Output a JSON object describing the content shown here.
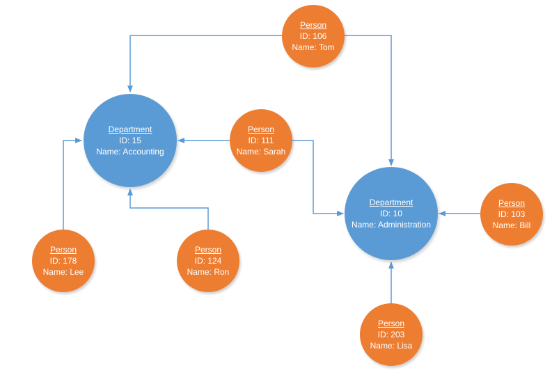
{
  "colors": {
    "department_fill": "#5b9bd5",
    "person_fill": "#ed7d31",
    "connector": "#5b9bd5"
  },
  "departments": {
    "accounting": {
      "title": "Department",
      "id_text": "ID: 15",
      "name_text": "Name: Accounting"
    },
    "administration": {
      "title": "Department",
      "id_text": "ID: 10",
      "name_text": "Name: Administration"
    }
  },
  "people": {
    "tom": {
      "title": "Person",
      "id_text": "ID: 106",
      "name_text": "Name: Tom"
    },
    "sarah": {
      "title": "Person",
      "id_text": "ID: 111",
      "name_text": "Name: Sarah"
    },
    "bill": {
      "title": "Person",
      "id_text": "ID: 103",
      "name_text": "Name: Bill"
    },
    "lee": {
      "title": "Person",
      "id_text": "ID: 178",
      "name_text": "Name: Lee"
    },
    "ron": {
      "title": "Person",
      "id_text": "ID: 124",
      "name_text": "Name: Ron"
    },
    "lisa": {
      "title": "Person",
      "id_text": "ID: 203",
      "name_text": "Name: Lisa"
    }
  },
  "edges": [
    {
      "from": "tom",
      "to": "accounting"
    },
    {
      "from": "tom",
      "to": "administration"
    },
    {
      "from": "sarah",
      "to": "accounting"
    },
    {
      "from": "sarah",
      "to": "administration"
    },
    {
      "from": "bill",
      "to": "administration"
    },
    {
      "from": "lee",
      "to": "accounting"
    },
    {
      "from": "ron",
      "to": "accounting"
    },
    {
      "from": "lisa",
      "to": "administration"
    }
  ]
}
